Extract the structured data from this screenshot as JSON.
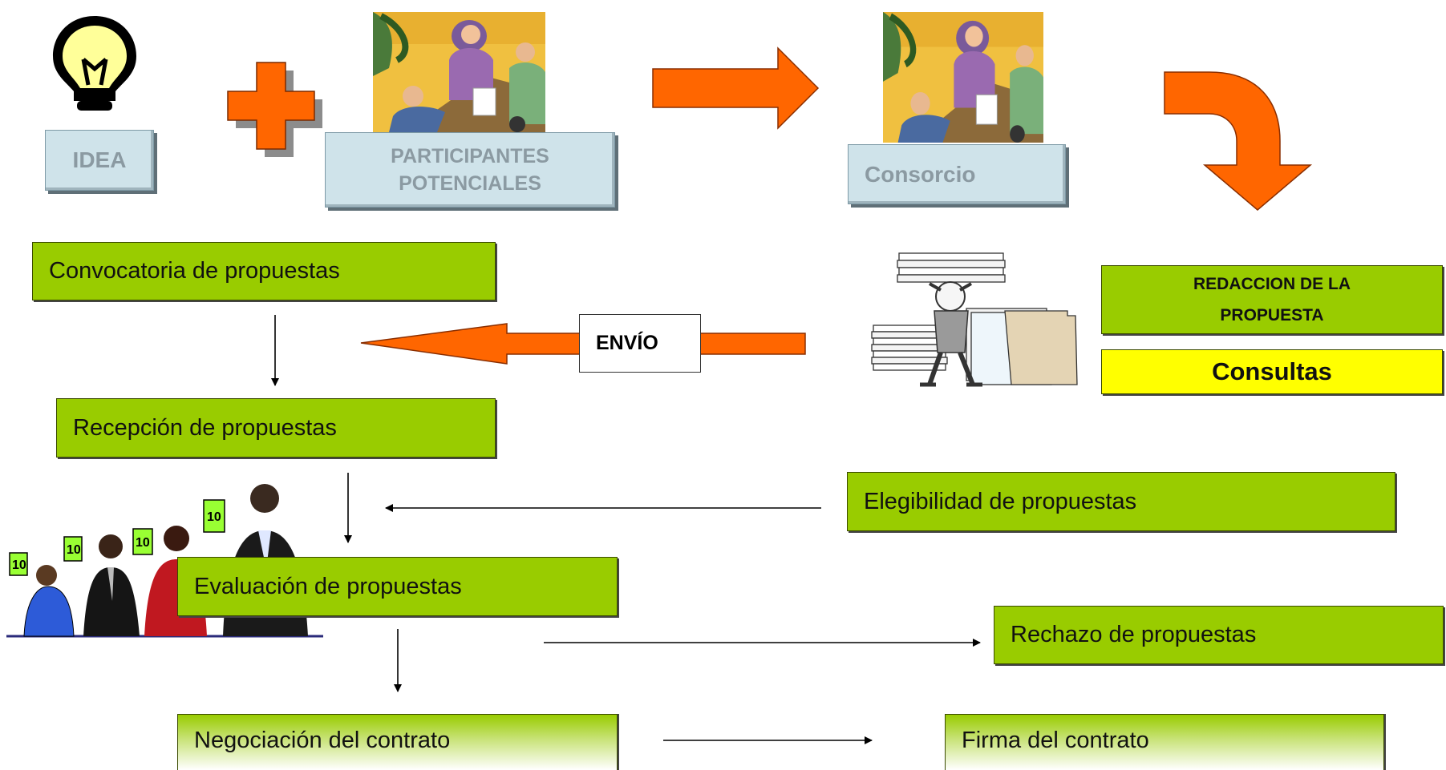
{
  "top_row": {
    "idea": "IDEA",
    "participantes": [
      "PARTICIPANTES",
      "POTENCIALES"
    ],
    "consorcio": "Consorcio"
  },
  "redaccion": [
    "REDACCION DE LA",
    "PROPUESTA"
  ],
  "consultas": "Consultas",
  "envio": "ENVÍO",
  "steps": {
    "convocatoria": "Convocatoria de propuestas",
    "recepcion": "Recepción de propuestas",
    "elegibilidad": "Elegibilidad de propuestas",
    "evaluacion": "Evaluación de propuestas",
    "rechazo": "Rechazo de propuestas",
    "negociacion": "Negociación del contrato",
    "firma": "Firma del contrato"
  },
  "judges_cards": [
    "10",
    "10",
    "10",
    "10"
  ],
  "colors": {
    "green_box": "#99cc00",
    "yellow_box": "#ffff00",
    "orange_arrow": "#ff6600",
    "blue_box": "#cfe3ea"
  },
  "icons": [
    "lightbulb-icon",
    "plus-icon",
    "meeting-clipart-icon",
    "big-arrow-right-icon",
    "curved-arrow-down-icon",
    "paperwork-man-icon",
    "judges-clipart-icon"
  ]
}
